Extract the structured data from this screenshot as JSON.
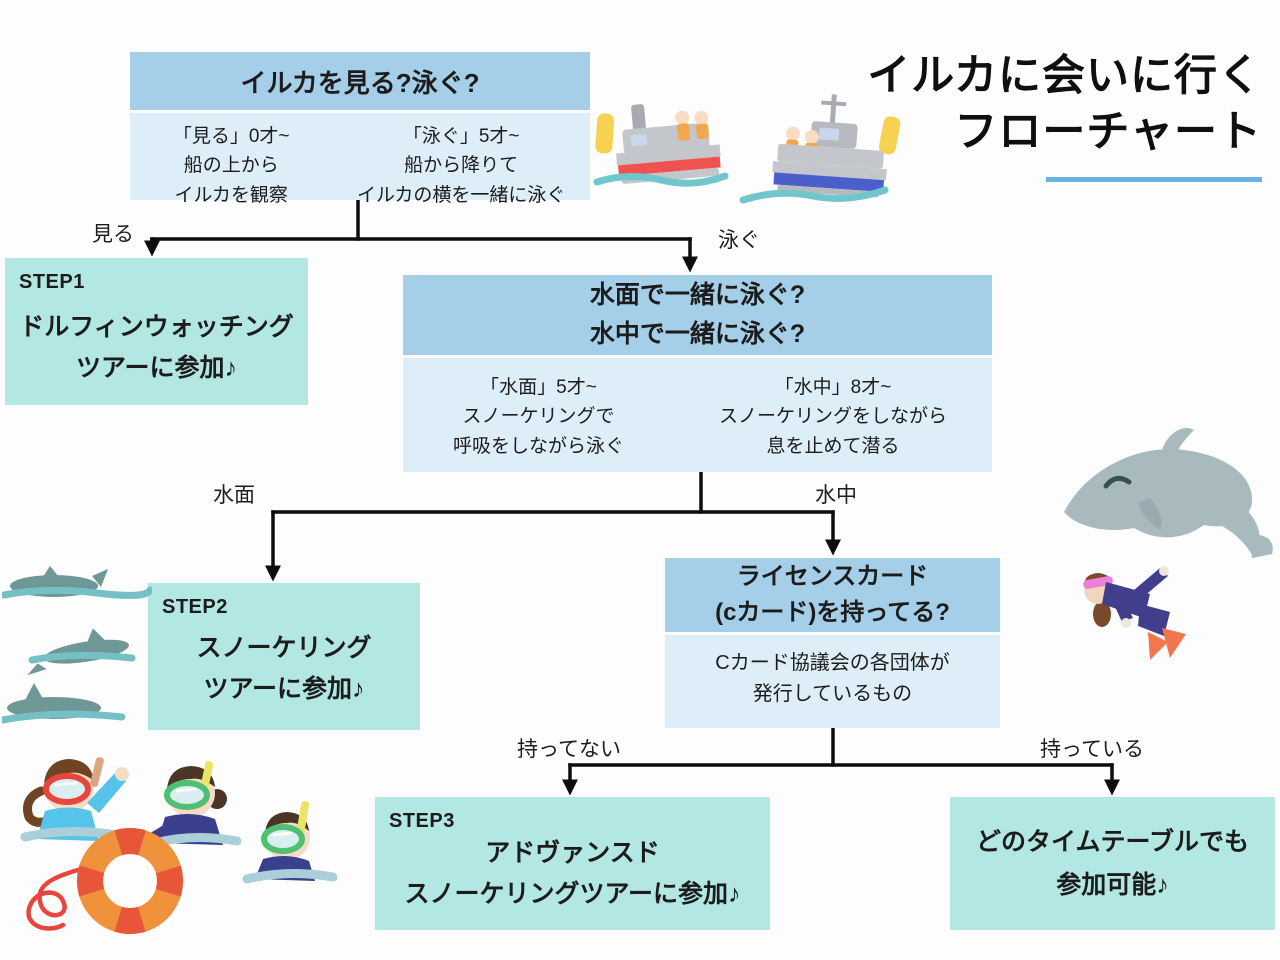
{
  "title": {
    "line1": "イルカに会いに行く",
    "line2": "フローチャート"
  },
  "q1": {
    "question": "イルカを見る?泳ぐ?",
    "option_watch": "「見る」0才~\n船の上から\nイルカを観察",
    "option_swim": "「泳ぐ」5才~\n船から降りて\nイルカの横を一緒に泳ぐ",
    "branch_watch": "見る",
    "branch_swim": "泳ぐ"
  },
  "step1": {
    "label": "STEP1",
    "text": "ドルフィンウォッチング\nツアーに参加♪"
  },
  "q2": {
    "question": "水面で一緒に泳ぐ?\n水中で一緒に泳ぐ?",
    "option_surface": "「水面」5才~\nスノーケリングで\n呼吸をしながら泳ぐ",
    "option_underwater": "「水中」8才~\nスノーケリングをしながら\n息を止めて潜る",
    "branch_surface": "水面",
    "branch_underwater": "水中"
  },
  "step2": {
    "label": "STEP2",
    "text": "スノーケリング\nツアーに参加♪"
  },
  "q3": {
    "question": "ライセンスカード\n(cカード)を持ってる?",
    "note": "Cカード協議会の各団体が\n発行しているもの",
    "branch_no": "持ってない",
    "branch_yes": "持っている"
  },
  "step3": {
    "label": "STEP3",
    "text": "アドヴァンスド\nスノーケリングツアーに参加♪"
  },
  "result_any": {
    "text": "どのタイムテーブルでも\n参加可能♪"
  },
  "illustrations": {
    "boats": "two-hand-drawn-sightseeing-boats",
    "dolphins_surface": "three-dolphin-silhouettes-swimming",
    "dolphin_jumping": "jumping-dolphin",
    "diver": "skin-diver-in-wetsuit",
    "snorkelers": "three-snorkelers-with-life-ring"
  },
  "colors": {
    "question_header_bg": "#a5cfe8",
    "question_body_bg": "#ddeef9",
    "result_box_bg": "#b2e7e3",
    "title_underline": "#68b1e0",
    "connector_line": "#0d0d0d",
    "text_primary": "#1c1c1c"
  }
}
